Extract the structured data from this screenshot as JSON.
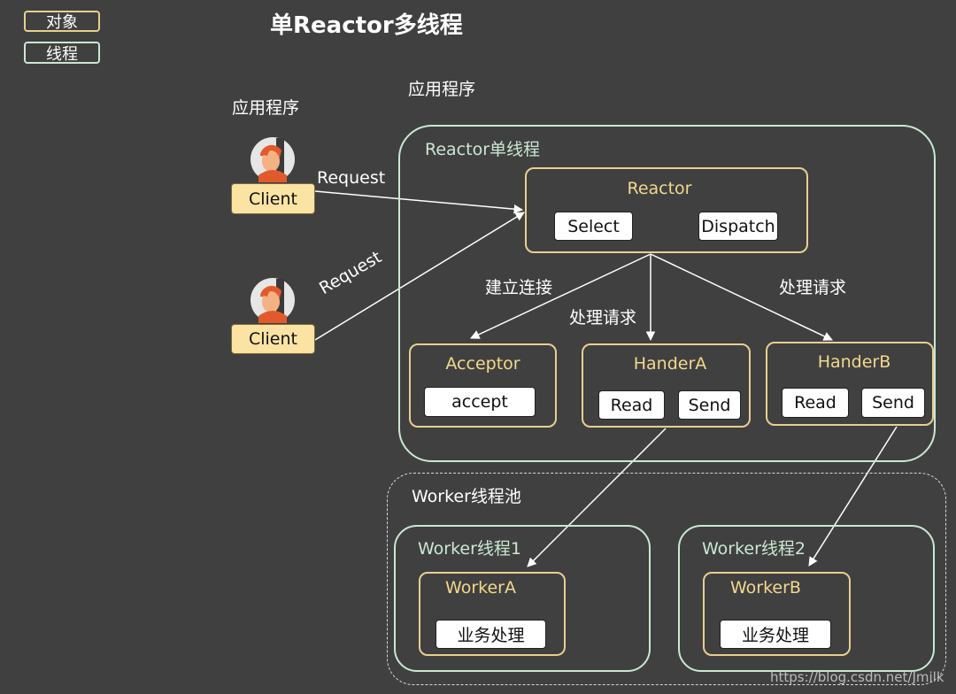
{
  "legend": {
    "object_label": "对象",
    "thread_label": "线程"
  },
  "title": "单Reactor多线程",
  "app_labels": {
    "left": "应用程序",
    "center": "应用程序"
  },
  "clients": [
    {
      "label": "Client",
      "request": "Request"
    },
    {
      "label": "Client",
      "request": "Request"
    }
  ],
  "reactor_thread": {
    "title": "Reactor单线程",
    "reactor": {
      "title": "Reactor",
      "select": "Select",
      "dispatch": "Dispatch"
    },
    "edge_labels": {
      "connect": "建立连接",
      "handle_a": "处理请求",
      "handle_b": "处理请求"
    },
    "acceptor": {
      "title": "Acceptor",
      "method": "accept"
    },
    "handler_a": {
      "title": "HanderA",
      "read": "Read",
      "send": "Send"
    },
    "handler_b": {
      "title": "HanderB",
      "read": "Read",
      "send": "Send"
    }
  },
  "worker_pool": {
    "title": "Worker线程池",
    "thread1": {
      "title": "Worker线程1",
      "worker": "WorkerA",
      "task": "业务处理"
    },
    "thread2": {
      "title": "Worker线程2",
      "worker": "WorkerB",
      "task": "业务处理"
    }
  },
  "watermark": "https://blog.csdn.net/Jmilk",
  "colors": {
    "background": "#404040",
    "panel_border": "#c9e8d2",
    "object_border": "#e8cf8f",
    "client_fill": "#fbe3a3"
  }
}
